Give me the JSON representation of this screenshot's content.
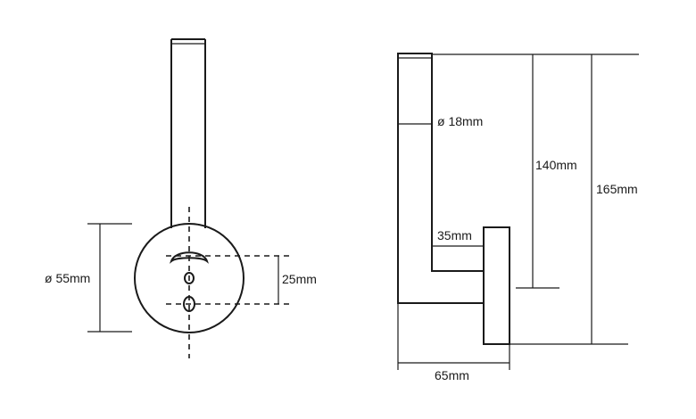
{
  "front_view": {
    "diameter_label": "ø 55mm",
    "screw_spacing_label": "25mm"
  },
  "side_view": {
    "tube_diameter_label": "ø 18mm",
    "arm_offset_label": "35mm",
    "depth_label": "65mm",
    "height_inner_label": "140mm",
    "height_total_label": "165mm"
  }
}
